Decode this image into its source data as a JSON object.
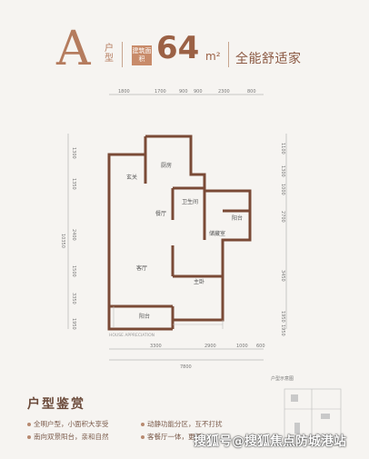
{
  "header": {
    "type_letter": "A",
    "type_label": "户型",
    "area_tag": "建筑面积",
    "area_value": "64",
    "area_unit": "m²",
    "slogan": "全能舒适家"
  },
  "plan": {
    "top_dims": [
      "1800",
      "1700",
      "900",
      "900",
      "2300",
      "800"
    ],
    "left_dims": [
      "1300",
      "1350",
      "2400",
      "1500",
      "3350",
      "1950"
    ],
    "left_total": "10350",
    "right_dims": [
      "1100",
      "1300",
      "1000",
      "2700",
      "3450",
      "1950",
      "1950"
    ],
    "bottom_dims": [
      "3300",
      "2900",
      "1000",
      "600"
    ],
    "bottom_total": "7800",
    "rooms": [
      "厨房",
      "玄关",
      "餐厅",
      "卫生间",
      "阳台",
      "储藏室",
      "客厅",
      "主卧",
      "阳台"
    ],
    "house_label": "HOUSE APPRECIATION",
    "mini_label": "户型示意图"
  },
  "bottom": {
    "title": "户型鉴赏",
    "features": [
      "全明户型，小面积大享受",
      "动静功能分区，互不打扰",
      "南向双景阳台，亲和自然",
      "客餐厅一体，更显"
    ],
    "watermark": "搜狐号@搜狐焦点防城港站"
  }
}
